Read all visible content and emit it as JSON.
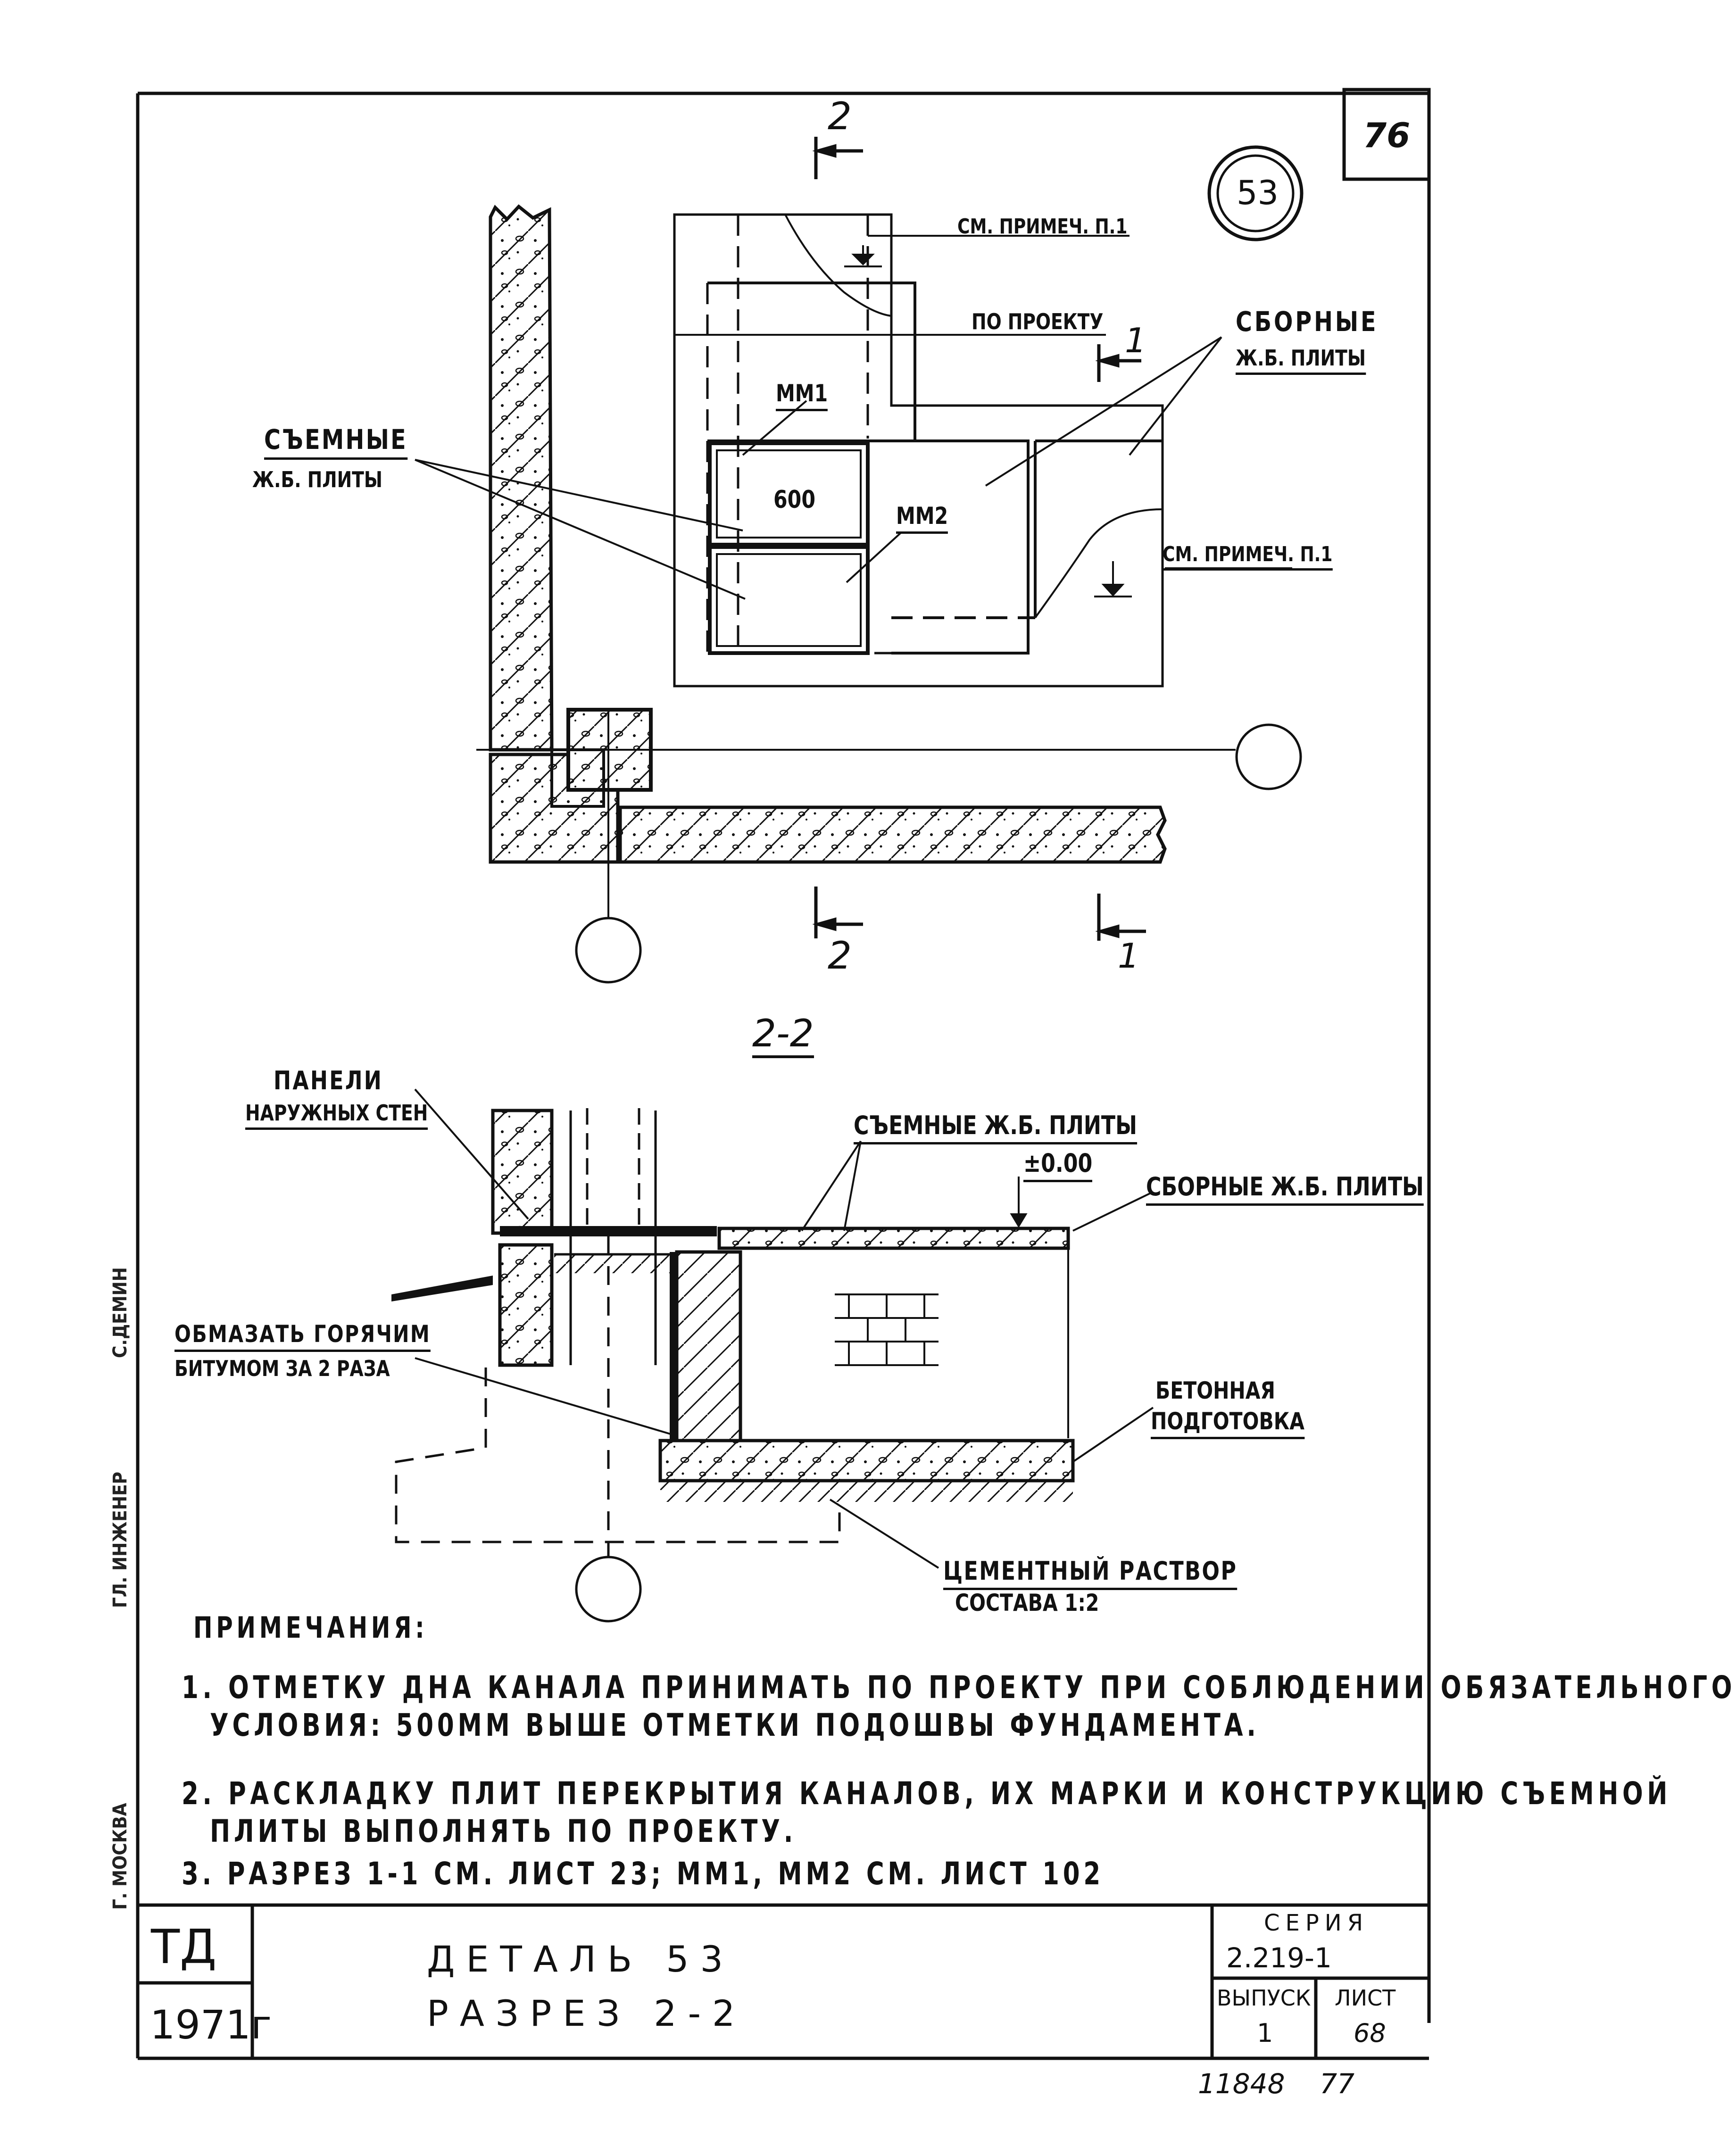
{
  "sheet": {
    "corner_number": "76",
    "detail_marker": "53",
    "bottom_numbers": "11848    77"
  },
  "plan": {
    "section_2_top": "2",
    "section_2_bottom": "2",
    "section_1_right": "1",
    "section_1_bottom": "1",
    "see_note_top": "СМ. ПРИМЕЧ. П.1",
    "see_note_right": "СМ. ПРИМЕЧ. П.1",
    "by_project": "ПО ПРОЕКТУ",
    "removable_slabs": "СЪЕМНЫЕ",
    "removable_slabs_2": "Ж.Б. ПЛИТЫ",
    "precast_slabs": "СБОРНЫЕ",
    "precast_slabs_2": "Ж.Б. ПЛИТЫ",
    "mm1": "ММ1",
    "mm2": "ММ2",
    "dim_600": "600"
  },
  "section": {
    "title": "2-2",
    "panels": "ПАНЕЛИ",
    "panels_2": "НАРУЖНЫХ СТЕН",
    "removable_slabs": "СЪЕМНЫЕ Ж.Б. ПЛИТЫ",
    "level": "±0.00",
    "precast_slabs": "СБОРНЫЕ Ж.Б. ПЛИТЫ",
    "coat": "ОБМАЗАТЬ ГОРЯЧИМ",
    "coat_2": "БИТУМОМ ЗА 2 РАЗА",
    "concrete_prep": "БЕТОННАЯ",
    "concrete_prep_2": "ПОДГОТОВКА",
    "mortar": "ЦЕМЕНТНЫЙ РАСТВОР",
    "mortar_2": "СОСТАВА 1:2"
  },
  "notes": {
    "heading": "ПРИМЕЧАНИЯ:",
    "n1_line1": "1. ОТМЕТКУ ДНА КАНАЛА ПРИНИМАТЬ ПО ПРОЕКТУ ПРИ СОБЛЮДЕНИИ ОБЯЗАТЕЛЬНОГО",
    "n1_line2": "УСЛОВИЯ: 500ММ ВЫШЕ ОТМЕТКИ ПОДОШВЫ ФУНДАМЕНТА.",
    "n2_line1": "2. РАСКЛАДКУ ПЛИТ ПЕРЕКРЫТИЯ КАНАЛОВ, ИХ МАРКИ И КОНСТРУКЦИЮ СЪЕМНОЙ",
    "n2_line2": "ПЛИТЫ ВЫПОЛНЯТЬ ПО ПРОЕКТУ.",
    "n3": "3. РАЗРЕЗ 1-1 СМ. ЛИСТ 23;    ММ1, ММ2 СМ. ЛИСТ 102"
  },
  "title_block": {
    "org": "ТД",
    "year": "1971г",
    "title_line1": "ДЕТАЛЬ 53",
    "title_line2": "РАЗРЕЗ 2-2",
    "series_label": "СЕРИЯ",
    "series_value": "2.219-1",
    "issue_label": "ВЫПУСК",
    "issue_value": "1",
    "sheet_label": "ЛИСТ",
    "sheet_value": "68"
  },
  "margin_stamps": {
    "city": "Г. МОСКВА",
    "engineer": "ГЛ. ИНЖЕНЕР",
    "name": "С.ДЕМИН"
  }
}
